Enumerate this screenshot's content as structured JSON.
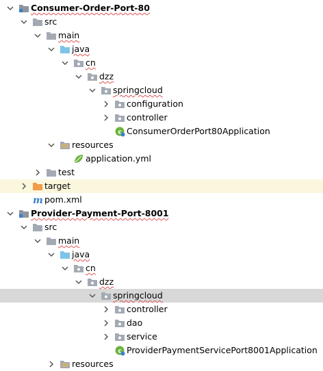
{
  "tree": {
    "consumer_module": "Consumer-Order-Port-80",
    "consumer_src": "src",
    "consumer_main": "main",
    "consumer_java": "java",
    "consumer_cn": "cn",
    "consumer_dzz": "dzz",
    "consumer_springcloud": "springcloud",
    "consumer_configuration": "configuration",
    "consumer_controller": "controller",
    "consumer_app": "ConsumerOrderPort80Application",
    "consumer_resources": "resources",
    "consumer_yml": "application.yml",
    "consumer_test": "test",
    "consumer_target": "target",
    "consumer_pom": "pom.xml",
    "provider_module": "Provider-Payment-Port-8001",
    "provider_src": "src",
    "provider_main": "main",
    "provider_java": "java",
    "provider_cn": "cn",
    "provider_dzz": "dzz",
    "provider_springcloud": "springcloud",
    "provider_controller": "controller",
    "provider_dao": "dao",
    "provider_service": "service",
    "provider_app": "ProviderPaymentServicePort8001Application",
    "provider_resources": "resources"
  },
  "colors": {
    "folder": "#a4aab3",
    "java_folder": "#7ec4e8",
    "target_folder": "#f29b4b",
    "spring_green": "#6db33f",
    "selected_row": "#d8d8d8",
    "target_row": "#fbf7dd",
    "spellcheck": "#e05252"
  }
}
